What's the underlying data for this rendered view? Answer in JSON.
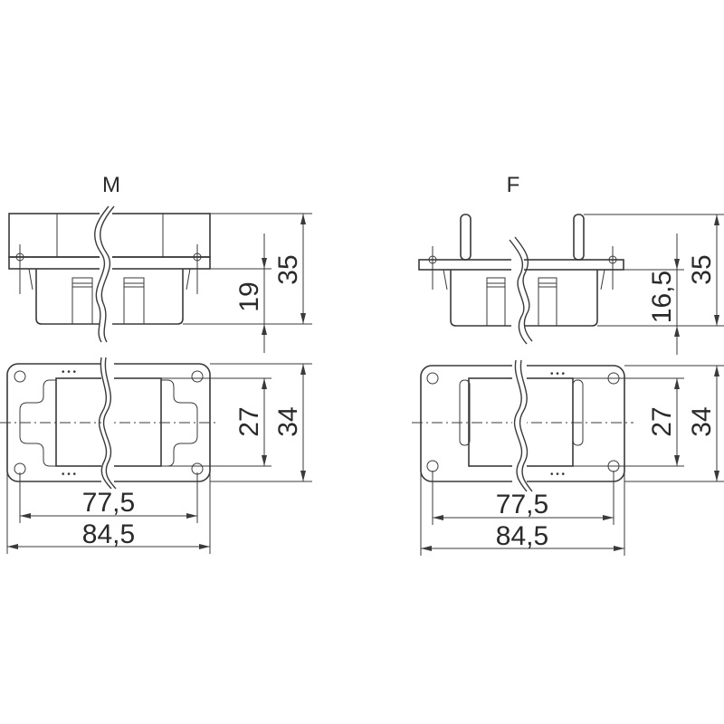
{
  "views": {
    "male": {
      "label": "M",
      "dims": {
        "height_total": "35",
        "height_lower": "19",
        "inner_height": "27",
        "plate_height": "34",
        "hole_spacing": "77,5",
        "plate_width": "84,5"
      }
    },
    "female": {
      "label": "F",
      "dims": {
        "height_total": "35",
        "height_lower": "16,5",
        "inner_height": "27",
        "plate_height": "34",
        "hole_spacing": "77,5",
        "plate_width": "84,5"
      }
    }
  },
  "colors": {
    "line": "#3a3a3a",
    "background": "#ffffff"
  }
}
